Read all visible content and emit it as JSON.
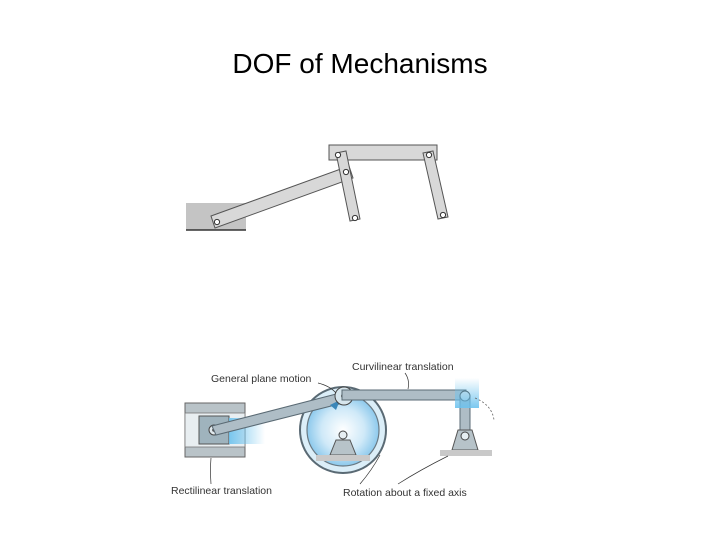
{
  "slide": {
    "title": "DOF of Mechanisms"
  },
  "figure2": {
    "labels": {
      "general_plane_motion": "General plane motion",
      "curvilinear_translation": "Curvilinear translation",
      "rectilinear_translation": "Rectilinear translation",
      "rotation_fixed_axis": "Rotation about a fixed axis"
    }
  },
  "colors": {
    "link_fill": "#d8d8d8",
    "link_stroke": "#555555",
    "ground_fill": "#bdbdbd",
    "motion_blue": "#8fd0f0",
    "disk_blue": "#c9e7f7"
  }
}
